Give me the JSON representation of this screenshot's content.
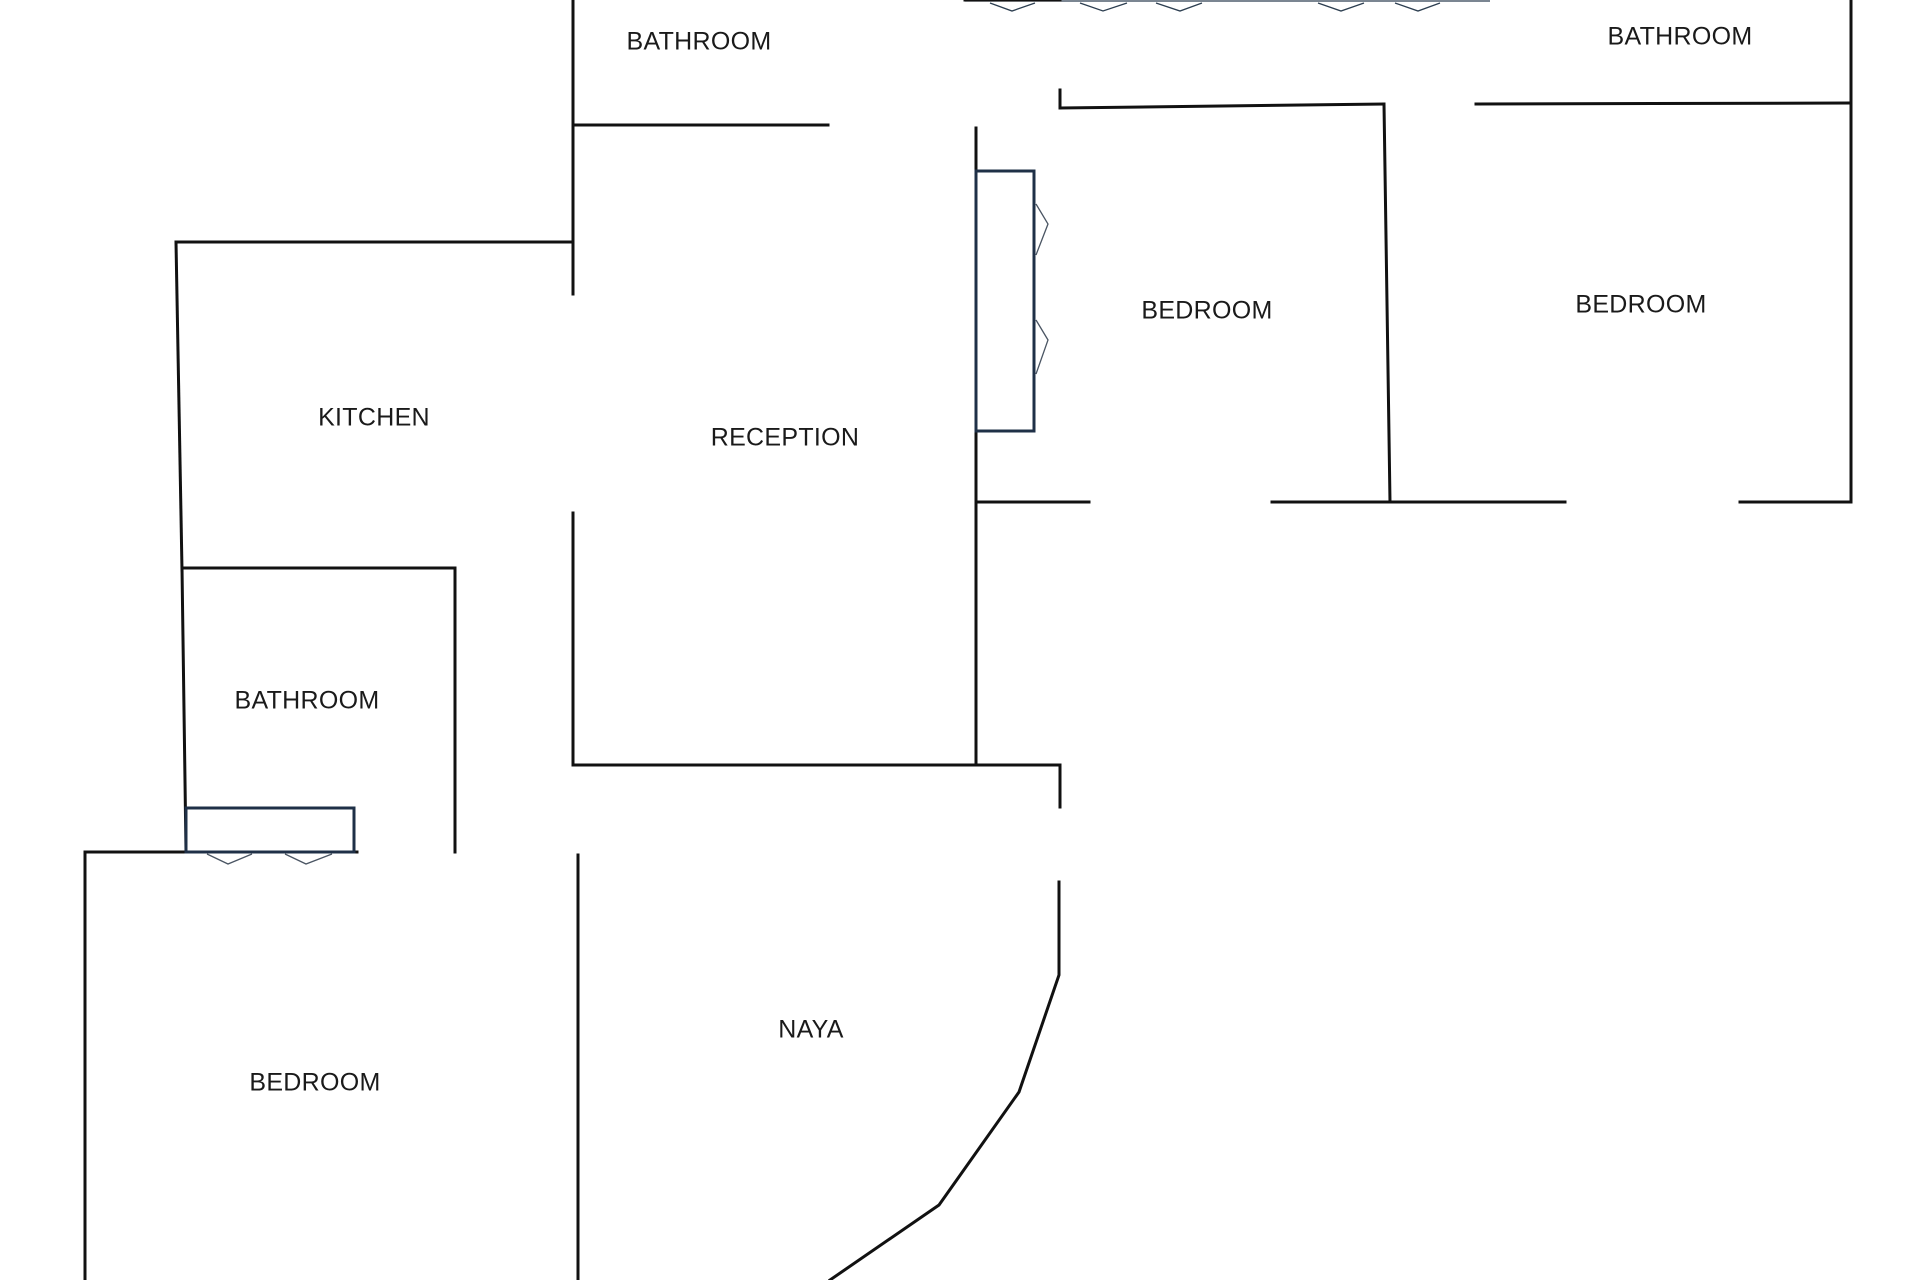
{
  "floor_plan": {
    "rooms": [
      {
        "id": "bathroom-top-left",
        "label": "BATHROOM"
      },
      {
        "id": "bathroom-top-right",
        "label": "BATHROOM"
      },
      {
        "id": "bedroom-middle",
        "label": "BEDROOM"
      },
      {
        "id": "bedroom-right",
        "label": "BEDROOM"
      },
      {
        "id": "kitchen",
        "label": "KITCHEN"
      },
      {
        "id": "reception",
        "label": "RECEPTION"
      },
      {
        "id": "bathroom-lower-left",
        "label": "BATHROOM"
      },
      {
        "id": "naya",
        "label": "NAYA"
      },
      {
        "id": "bedroom-lower-left",
        "label": "BEDROOM"
      }
    ],
    "colors": {
      "wall": "#111111",
      "closet": "#1f3047",
      "background": "#ffffff"
    }
  }
}
